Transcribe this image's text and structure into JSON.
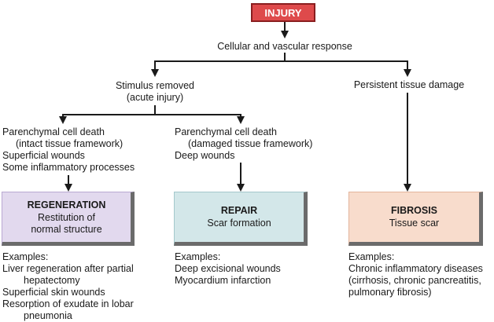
{
  "injury": "INJURY",
  "response": "Cellular and vascular response",
  "stimulus_removed": [
    "Stimulus removed",
    "(acute injury)"
  ],
  "persistent": "Persistent tissue damage",
  "regeneration_causes": [
    "Parenchymal cell death",
    "(intact tissue framework)",
    "Superficial wounds",
    "Some inflammatory processes"
  ],
  "repair_causes": [
    "Parenchymal cell death",
    "(damaged tissue framework)",
    "Deep wounds"
  ],
  "regeneration": {
    "title": "REGENERATION",
    "line1": "Restitution of",
    "line2": "normal structure"
  },
  "repair": {
    "title": "REPAIR",
    "line1": "Scar formation"
  },
  "fibrosis": {
    "title": "FIBROSIS",
    "line1": "Tissue scar"
  },
  "regeneration_examples": [
    "Examples:",
    "Liver regeneration after partial",
    "hepatectomy",
    "Superficial skin wounds",
    "Resorption of exudate in lobar",
    "pneumonia"
  ],
  "repair_examples": [
    "Examples:",
    "Deep excisional wounds",
    "Myocardium infarction"
  ],
  "fibrosis_examples": [
    "Examples:",
    "Chronic inflammatory diseases",
    "(cirrhosis, chronic pancreatitis,",
    "pulmonary fibrosis)"
  ],
  "colors": {
    "injury_fill": "#de4a4b",
    "regeneration_fill": "#e2d9ee",
    "repair_fill": "#d3e7e9",
    "fibrosis_fill": "#f8dccc",
    "line": "#1a1a1a"
  }
}
